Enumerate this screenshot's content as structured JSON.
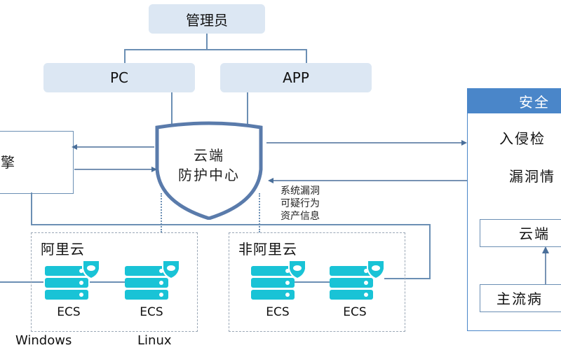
{
  "nodes": {
    "admin": "管理员",
    "pc": "PC",
    "app": "APP",
    "center_line1": "云端",
    "center_line2": "防护中心",
    "left_engine": "擎"
  },
  "right_panel": {
    "header": "安全",
    "item1": "入侵检",
    "item2": "漏洞情",
    "item3": "云端",
    "item4": "主流病"
  },
  "note": {
    "line1": "系统漏洞",
    "line2": "可疑行为",
    "line3": "资产信息"
  },
  "groups": {
    "aliyun": {
      "title": "阿里云",
      "servers": [
        "ECS",
        "ECS"
      ],
      "os": [
        "Windows",
        "Linux"
      ]
    },
    "non_aliyun": {
      "title": "非阿里云",
      "servers": [
        "ECS",
        "ECS"
      ]
    }
  },
  "colors": {
    "node_fill": "#dce7f3",
    "connector": "#6b8fb4",
    "shield": "#5a7bab",
    "server_cyan": "#19c3d6",
    "panel_header": "#4a86c9"
  }
}
